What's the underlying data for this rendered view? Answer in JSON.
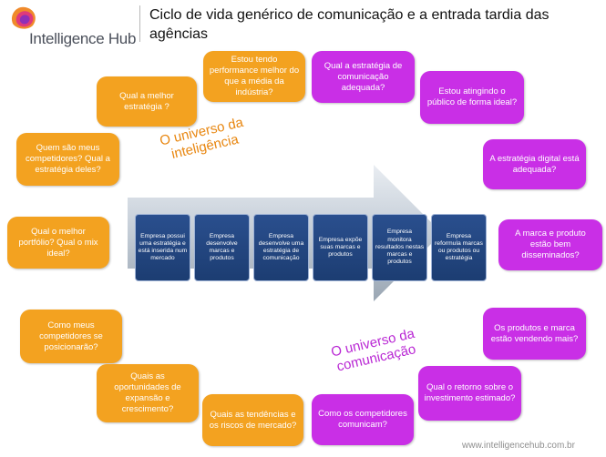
{
  "header": {
    "logo_text": "Intelligence Hub",
    "title": "Ciclo de vida genérico de comunicação e a  entrada tardia das agências"
  },
  "arrow": {
    "stages": [
      "Empresa possui uma estratégia e está inserida num mercado",
      "Empresa desenvolve marcas e produtos",
      "Empresa desenvolve uma estratégia de comunicação",
      "Empresa expõe suas marcas e produtos",
      "Empresa monitora resultados nestas marcas e produtos",
      "Empresa reformula marcas ou produtos ou estratégia"
    ]
  },
  "universes": {
    "intelligence": "O universo da inteligência",
    "communication": "O universo da comunicação"
  },
  "orange_questions": [
    "Estou tendo performance melhor do que a média da indústria?",
    "Qual a melhor estratégia ?",
    "Quem são meus competidores? Qual a estratégia deles?",
    "Qual o melhor portfólio? Qual o mix ideal?",
    "Como meus competidores se posicionarão?",
    "Quais as oportunidades de expansão e crescimento?",
    "Quais as tendências e os riscos de mercado?"
  ],
  "purple_questions": [
    "Qual a estratégia de comunicação adequada?",
    "Estou atingindo o público de forma ideal?",
    "A estratégia digital está adequada?",
    "A marca e produto estão bem disseminados?",
    "Os produtos e marca estão vendendo mais?",
    "Qual o retorno sobre o investimento estimado?",
    "Como os competidores comunicam?"
  ],
  "footer": "www.intelligencehub.com.br",
  "colors": {
    "orange": "#f3a220",
    "purple": "#c92fe6",
    "stage_blue": "#1f4279"
  }
}
